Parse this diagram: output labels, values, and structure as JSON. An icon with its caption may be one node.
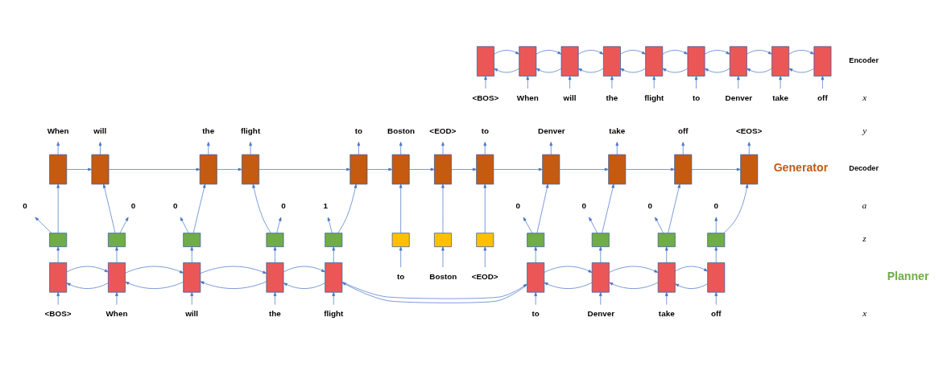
{
  "diagram": {
    "nodes": [
      {
        "text": [],
        "shape": "box"
      },
      {
        "text": [],
        "shape": "box"
      },
      {
        "text": [],
        "shape": "box"
      },
      {
        "text": [],
        "shape": "box"
      },
      {
        "text": [],
        "shape": "box"
      },
      {
        "text": [],
        "shape": "box"
      },
      {
        "text": [],
        "shape": "box"
      },
      {
        "text": [],
        "shape": "box"
      },
      {
        "text": [],
        "shape": "box"
      },
      {
        "text": [
          "<BOS>"
        ]
      },
      {
        "text": [
          "When"
        ]
      },
      {
        "text": [
          "will"
        ]
      },
      {
        "text": [
          "the"
        ]
      },
      {
        "text": [
          "flight"
        ]
      },
      {
        "text": [
          "to"
        ]
      },
      {
        "text": [
          "Denver"
        ]
      },
      {
        "text": [
          "take"
        ]
      },
      {
        "text": [
          "off"
        ]
      },
      {
        "text": [
          "When"
        ]
      },
      {
        "text": [
          "will"
        ]
      },
      {
        "text": [
          "the"
        ]
      },
      {
        "text": [
          "flight"
        ]
      },
      {
        "text": [
          "to"
        ]
      },
      {
        "text": [
          "Boston"
        ]
      },
      {
        "text": [
          "<EOD>"
        ]
      },
      {
        "text": [
          "to"
        ]
      },
      {
        "text": [
          "Denver"
        ]
      },
      {
        "text": [
          "take"
        ]
      },
      {
        "text": [
          "off"
        ]
      },
      {
        "text": [
          "<EOS>"
        ]
      },
      {
        "text": [],
        "shape": "box"
      },
      {
        "text": [],
        "shape": "box"
      },
      {
        "text": [],
        "shape": "box"
      },
      {
        "text": [],
        "shape": "box"
      },
      {
        "text": [],
        "shape": "box"
      },
      {
        "text": [],
        "shape": "box"
      },
      {
        "text": [],
        "shape": "box"
      },
      {
        "text": [],
        "shape": "box"
      },
      {
        "text": [],
        "shape": "box"
      },
      {
        "text": [],
        "shape": "box"
      },
      {
        "text": [],
        "shape": "box"
      },
      {
        "text": [],
        "shape": "box"
      },
      {
        "text": [
          "0"
        ]
      },
      {
        "text": [
          "0"
        ]
      },
      {
        "text": [
          "0"
        ]
      },
      {
        "text": [
          "0"
        ]
      },
      {
        "text": [
          "1"
        ]
      },
      {
        "text": [
          "0"
        ]
      },
      {
        "text": [
          "0"
        ]
      },
      {
        "text": [
          "0"
        ]
      },
      {
        "text": [
          "0"
        ]
      },
      {
        "text": [],
        "shape": "box"
      },
      {
        "text": [],
        "shape": "box"
      },
      {
        "text": [],
        "shape": "box"
      },
      {
        "text": [],
        "shape": "box"
      },
      {
        "text": [],
        "shape": "box"
      },
      {
        "text": [],
        "shape": "box"
      },
      {
        "text": [],
        "shape": "box"
      },
      {
        "text": [],
        "shape": "box"
      },
      {
        "text": [],
        "shape": "box"
      },
      {
        "text": [],
        "shape": "box"
      },
      {
        "text": [],
        "shape": "box"
      },
      {
        "text": [],
        "shape": "box"
      },
      {
        "text": [
          "to"
        ]
      },
      {
        "text": [
          "Boston"
        ]
      },
      {
        "text": [
          "<EOD>"
        ]
      },
      {
        "text": [],
        "shape": "box"
      },
      {
        "text": [],
        "shape": "box"
      },
      {
        "text": [],
        "shape": "box"
      },
      {
        "text": [],
        "shape": "box"
      },
      {
        "text": [],
        "shape": "box"
      },
      {
        "text": [],
        "shape": "box"
      },
      {
        "text": [],
        "shape": "box"
      },
      {
        "text": [],
        "shape": "box"
      },
      {
        "text": [],
        "shape": "box"
      },
      {
        "text": [
          "<BOS>"
        ]
      },
      {
        "text": [
          "When"
        ]
      },
      {
        "text": [
          "will"
        ]
      },
      {
        "text": [
          "the"
        ]
      },
      {
        "text": [
          "flight"
        ]
      },
      {
        "text": [
          "to"
        ]
      },
      {
        "text": [
          "Denver"
        ]
      },
      {
        "text": [
          "take"
        ]
      },
      {
        "text": [
          "off"
        ]
      }
    ],
    "edges": [
      {
        "from": 9,
        "to": 0,
        "arrow": "to"
      },
      {
        "from": 10,
        "to": 1,
        "arrow": "to"
      },
      {
        "from": 11,
        "to": 2,
        "arrow": "to"
      },
      {
        "from": 12,
        "to": 3,
        "arrow": "to"
      },
      {
        "from": 13,
        "to": 4,
        "arrow": "to"
      },
      {
        "from": 14,
        "to": 5,
        "arrow": "to"
      },
      {
        "from": 15,
        "to": 6,
        "arrow": "to"
      },
      {
        "from": 16,
        "to": 7,
        "arrow": "to"
      },
      {
        "from": 17,
        "to": 8,
        "arrow": "to"
      },
      {
        "from": 0,
        "to": 1,
        "arrow": "to"
      },
      {
        "from": 1,
        "to": 0,
        "arrow": "to"
      },
      {
        "from": 1,
        "to": 2,
        "arrow": "to"
      },
      {
        "from": 2,
        "to": 1,
        "arrow": "to"
      },
      {
        "from": 2,
        "to": 3,
        "arrow": "to"
      },
      {
        "from": 3,
        "to": 2,
        "arrow": "to"
      },
      {
        "from": 3,
        "to": 4,
        "arrow": "to"
      },
      {
        "from": 4,
        "to": 3,
        "arrow": "to"
      },
      {
        "from": 4,
        "to": 5,
        "arrow": "to"
      },
      {
        "from": 5,
        "to": 4,
        "arrow": "to"
      },
      {
        "from": 5,
        "to": 6,
        "arrow": "to"
      },
      {
        "from": 6,
        "to": 5,
        "arrow": "to"
      },
      {
        "from": 6,
        "to": 7,
        "arrow": "to"
      },
      {
        "from": 7,
        "to": 6,
        "arrow": "to"
      },
      {
        "from": 7,
        "to": 8,
        "arrow": "to"
      },
      {
        "from": 8,
        "to": 7,
        "arrow": "to"
      },
      {
        "from": 30,
        "to": 18,
        "arrow": "to"
      },
      {
        "from": 31,
        "to": 19,
        "arrow": "to"
      },
      {
        "from": 32,
        "to": 20,
        "arrow": "to"
      },
      {
        "from": 33,
        "to": 21,
        "arrow": "to"
      },
      {
        "from": 34,
        "to": 22,
        "arrow": "to"
      },
      {
        "from": 35,
        "to": 23,
        "arrow": "to"
      },
      {
        "from": 36,
        "to": 24,
        "arrow": "to"
      },
      {
        "from": 37,
        "to": 25,
        "arrow": "to"
      },
      {
        "from": 38,
        "to": 26,
        "arrow": "to"
      },
      {
        "from": 39,
        "to": 27,
        "arrow": "to"
      },
      {
        "from": 40,
        "to": 28,
        "arrow": "to"
      },
      {
        "from": 41,
        "to": 29,
        "arrow": "to"
      },
      {
        "from": 30,
        "to": 31,
        "arrow": "to"
      },
      {
        "from": 31,
        "to": 32,
        "arrow": "to"
      },
      {
        "from": 32,
        "to": 33,
        "arrow": "to"
      },
      {
        "from": 33,
        "to": 34,
        "arrow": "to"
      },
      {
        "from": 34,
        "to": 35,
        "arrow": "to"
      },
      {
        "from": 35,
        "to": 36,
        "arrow": "to"
      },
      {
        "from": 36,
        "to": 37,
        "arrow": "to"
      },
      {
        "from": 37,
        "to": 38,
        "arrow": "to"
      },
      {
        "from": 38,
        "to": 39,
        "arrow": "to"
      },
      {
        "from": 39,
        "to": 40,
        "arrow": "to"
      },
      {
        "from": 40,
        "to": 41,
        "arrow": "to"
      },
      {
        "from": 51,
        "to": 30,
        "arrow": "to"
      },
      {
        "from": 52,
        "to": 31,
        "arrow": "to"
      },
      {
        "from": 53,
        "to": 32,
        "arrow": "to"
      },
      {
        "from": 54,
        "to": 33,
        "arrow": "to"
      },
      {
        "from": 55,
        "to": 34,
        "arrow": "to"
      },
      {
        "from": 56,
        "to": 35,
        "arrow": "to"
      },
      {
        "from": 57,
        "to": 36,
        "arrow": "to"
      },
      {
        "from": 58,
        "to": 37,
        "arrow": "to"
      },
      {
        "from": 59,
        "to": 38,
        "arrow": "to"
      },
      {
        "from": 60,
        "to": 39,
        "arrow": "to"
      },
      {
        "from": 61,
        "to": 40,
        "arrow": "to"
      },
      {
        "from": 62,
        "to": 41,
        "arrow": "to"
      },
      {
        "from": 51,
        "to": 42,
        "arrow": "to"
      },
      {
        "from": 52,
        "to": 43,
        "arrow": "to"
      },
      {
        "from": 53,
        "to": 44,
        "arrow": "to"
      },
      {
        "from": 54,
        "to": 45,
        "arrow": "to"
      },
      {
        "from": 55,
        "to": 46,
        "arrow": "to"
      },
      {
        "from": 59,
        "to": 47,
        "arrow": "to"
      },
      {
        "from": 60,
        "to": 48,
        "arrow": "to"
      },
      {
        "from": 61,
        "to": 49,
        "arrow": "to"
      },
      {
        "from": 62,
        "to": 50,
        "arrow": "to"
      },
      {
        "from": 66,
        "to": 51,
        "arrow": "to"
      },
      {
        "from": 67,
        "to": 52,
        "arrow": "to"
      },
      {
        "from": 68,
        "to": 53,
        "arrow": "to"
      },
      {
        "from": 69,
        "to": 54,
        "arrow": "to"
      },
      {
        "from": 70,
        "to": 55,
        "arrow": "to"
      },
      {
        "from": 71,
        "to": 59,
        "arrow": "to"
      },
      {
        "from": 72,
        "to": 60,
        "arrow": "to"
      },
      {
        "from": 73,
        "to": 61,
        "arrow": "to"
      },
      {
        "from": 74,
        "to": 62,
        "arrow": "to"
      },
      {
        "from": 63,
        "to": 56,
        "arrow": "to"
      },
      {
        "from": 64,
        "to": 57,
        "arrow": "to"
      },
      {
        "from": 65,
        "to": 58,
        "arrow": "to"
      },
      {
        "from": 75,
        "to": 66,
        "arrow": "to"
      },
      {
        "from": 76,
        "to": 67,
        "arrow": "to"
      },
      {
        "from": 77,
        "to": 68,
        "arrow": "to"
      },
      {
        "from": 78,
        "to": 69,
        "arrow": "to"
      },
      {
        "from": 79,
        "to": 70,
        "arrow": "to"
      },
      {
        "from": 80,
        "to": 71,
        "arrow": "to"
      },
      {
        "from": 81,
        "to": 72,
        "arrow": "to"
      },
      {
        "from": 82,
        "to": 73,
        "arrow": "to"
      },
      {
        "from": 83,
        "to": 74,
        "arrow": "to"
      },
      {
        "from": 66,
        "to": 67,
        "arrow": "to"
      },
      {
        "from": 67,
        "to": 66,
        "arrow": "to"
      },
      {
        "from": 67,
        "to": 68,
        "arrow": "to"
      },
      {
        "from": 68,
        "to": 67,
        "arrow": "to"
      },
      {
        "from": 68,
        "to": 69,
        "arrow": "to"
      },
      {
        "from": 69,
        "to": 68,
        "arrow": "to"
      },
      {
        "from": 69,
        "to": 70,
        "arrow": "to"
      },
      {
        "from": 70,
        "to": 69,
        "arrow": "to"
      },
      {
        "from": 70,
        "to": 71,
        "arrow": "to"
      },
      {
        "from": 71,
        "to": 70,
        "arrow": "to"
      },
      {
        "from": 71,
        "to": 72,
        "arrow": "to"
      },
      {
        "from": 72,
        "to": 71,
        "arrow": "to"
      },
      {
        "from": 72,
        "to": 73,
        "arrow": "to"
      },
      {
        "from": 73,
        "to": 72,
        "arrow": "to"
      },
      {
        "from": 73,
        "to": 74,
        "arrow": "to"
      },
      {
        "from": 74,
        "to": 73,
        "arrow": "to"
      }
    ],
    "labels": [
      "Generator",
      "Encoder",
      "x",
      "y",
      "Decoder",
      "a",
      "Planner",
      "z",
      "x"
    ]
  }
}
